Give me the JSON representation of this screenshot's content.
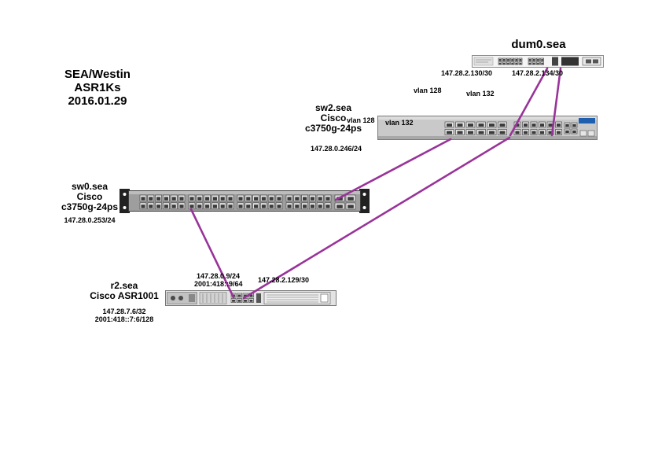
{
  "diagram_title": {
    "line1": "SEA/Westin",
    "line2": "ASR1Ks",
    "line3": "2016.01.29"
  },
  "devices": {
    "dum0": {
      "label": "dum0.sea",
      "ip_left": "147.28.2.130/30",
      "ip_right": "147.28.2.134/30"
    },
    "sw2": {
      "label": "sw2.sea",
      "vendor": "Cisco",
      "model": "c3750g-24ps",
      "ip": "147.28.0.246/24",
      "vlan_left": "vlan 128",
      "vlan_right": "vlan 132"
    },
    "sw0": {
      "label": "sw0.sea",
      "vendor": "Cisco",
      "model": "c3750g-24ps",
      "ip": "147.28.0.253/24"
    },
    "r2": {
      "label": "r2.sea",
      "model": "Cisco ASR1001",
      "loopback_v4": "147.28.7.6/32",
      "loopback_v6": "2001:418::7:6/128",
      "iface_v4": "147.28.0.9/24",
      "iface_v6": "2001:418::9/64",
      "iface_p2p": "147.28.2.129/30"
    }
  },
  "link_labels": {
    "top_vlan128": "vlan 128",
    "top_vlan132": "vlan 132"
  },
  "colors": {
    "link": "#993399"
  }
}
